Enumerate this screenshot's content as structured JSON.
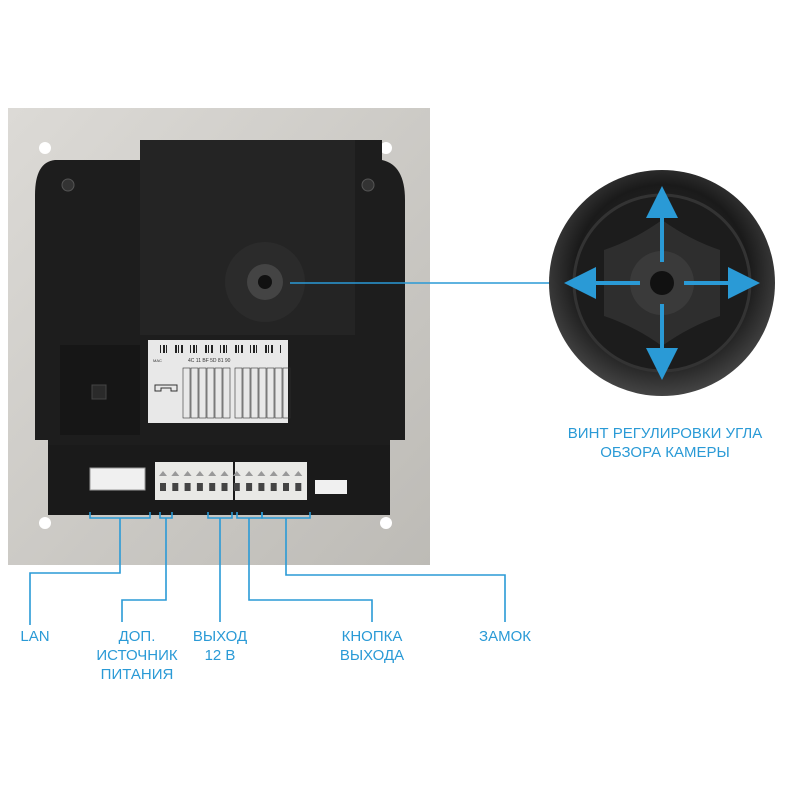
{
  "device_label": {
    "mac_caption": "MAC",
    "mac_value": "4C 11 BF 5D 81 90"
  },
  "callouts": {
    "camera_screw": "ВИНТ РЕГУЛИРОВКИ УГЛА\nОБЗОРА КАМЕРЫ",
    "lan": "LAN",
    "aux_power": "ДОП.\nИСТОЧНИК\nПИТАНИЯ",
    "output_12v": "ВЫХОД\n12 В",
    "exit_button": "КНОПКА\nВЫХОДА",
    "lock": "ЗАМОК"
  },
  "colors": {
    "accent": "#2a9ad6",
    "plate": "#cfcdc8",
    "body": "#1c1c1c"
  }
}
